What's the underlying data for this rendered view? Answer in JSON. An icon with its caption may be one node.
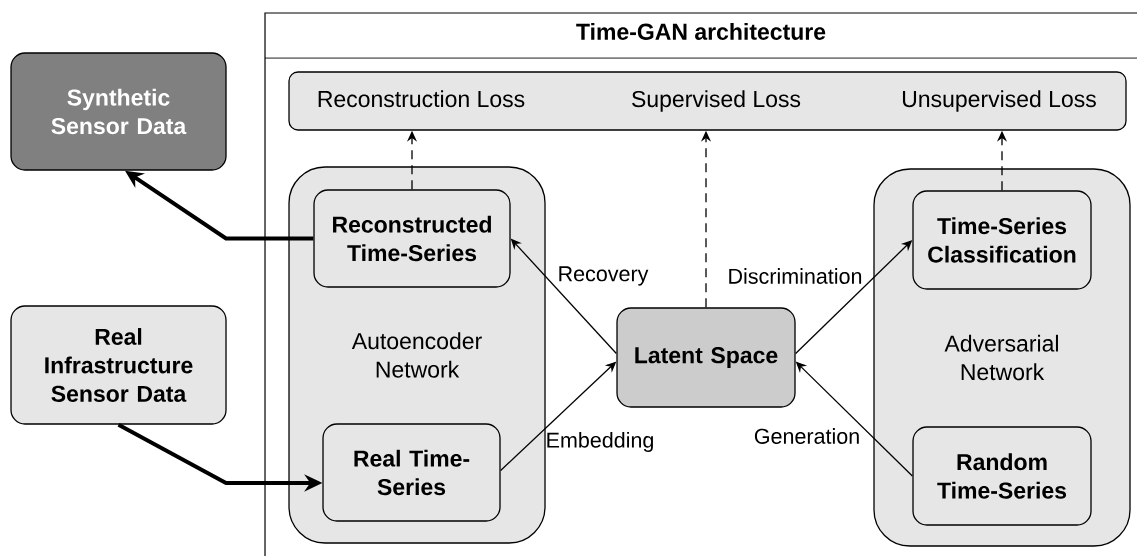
{
  "diagram": {
    "nodes": [
      {
        "text": [
          "Time-GAN architecture"
        ]
      },
      {
        "text": [
          "Synthetic Sensor Data"
        ]
      },
      {
        "text": [
          "Real Infrastructure Sensor Data"
        ]
      },
      {
        "text": [
          "Reconstruction Loss",
          "Supervised Loss",
          "Unsupervised Loss"
        ],
        "in": 0
      },
      {
        "text": [
          "Autoencoder Network"
        ],
        "in": 0
      },
      {
        "text": [
          "Reconstructed Time-Series"
        ],
        "in": 4
      },
      {
        "text": [
          "Real Time-Series"
        ],
        "in": 4
      },
      {
        "text": [
          "Latent Space"
        ],
        "in": 0
      },
      {
        "text": [
          "Adversarial Network"
        ],
        "in": 0
      },
      {
        "text": [
          "Time-Series Classification"
        ],
        "in": 8
      },
      {
        "text": [
          "Random Time-Series"
        ],
        "in": 8
      }
    ],
    "edges": [
      {
        "from": 5,
        "to": 1,
        "arrow": "to",
        "style": "thick"
      },
      {
        "from": 2,
        "to": 6,
        "arrow": "to",
        "style": "thick"
      },
      {
        "from": 5,
        "to": 3,
        "arrow": "to",
        "style": "dashed"
      },
      {
        "from": 7,
        "to": 3,
        "arrow": "to",
        "style": "dashed"
      },
      {
        "from": 9,
        "to": 3,
        "arrow": "to",
        "style": "dashed"
      },
      {
        "from": 7,
        "to": 5,
        "arrow": "to",
        "label": "Recovery"
      },
      {
        "from": 6,
        "to": 7,
        "arrow": "to",
        "label": "Embedding"
      },
      {
        "from": 7,
        "to": 9,
        "arrow": "to",
        "label": "Discrimination"
      },
      {
        "from": 10,
        "to": 7,
        "arrow": "to",
        "label": "Generation"
      }
    ]
  }
}
